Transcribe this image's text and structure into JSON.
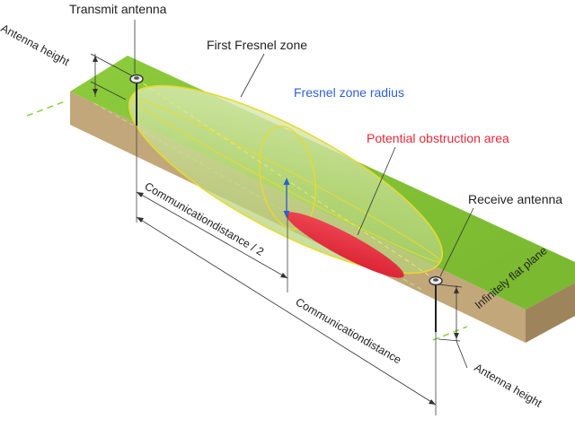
{
  "labels": {
    "transmit_antenna": "Transmit antenna",
    "receive_antenna": "Receive antenna",
    "first_fresnel_zone": "First Fresnel zone",
    "fresnel_zone_radius": "Fresnel zone radius",
    "potential_obstruction_area": "Potential obstruction area",
    "antenna_height_left": "Antenna height",
    "antenna_height_right": "Antenna height",
    "half_distance": "Communicationdistance / 2",
    "full_distance": "Communicationdistance",
    "infinitely_flat_plane": "Infinitely flat plane"
  },
  "colors": {
    "ground_top": "#82c236",
    "ground_front": "#c2a77a",
    "ground_side": "#9d845b",
    "fresnel_fill": "#c9e09a",
    "fresnel_outline": "#e9d930",
    "obstruction": "#e8283a",
    "radius_arrow": "#2f5fd0",
    "axis_dashes": "#8fd24a"
  },
  "icons": {
    "transmit": "antenna-icon",
    "receive": "antenna-icon"
  }
}
